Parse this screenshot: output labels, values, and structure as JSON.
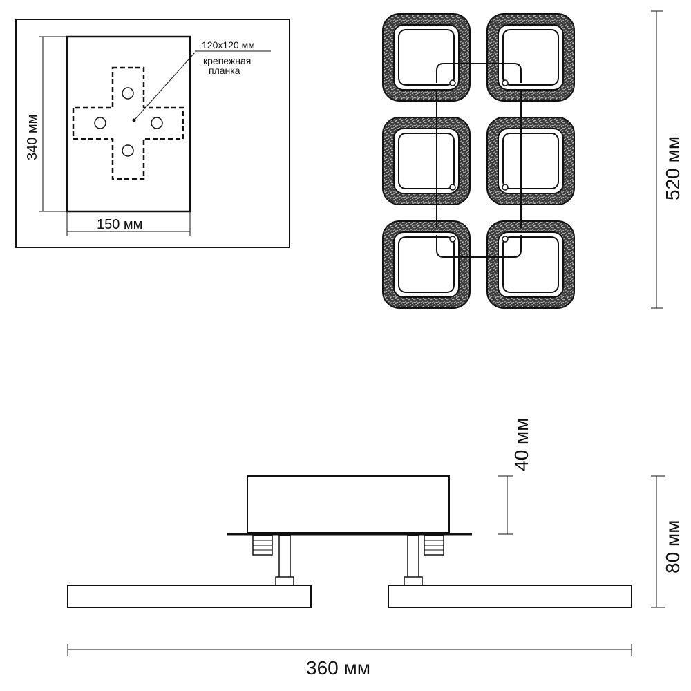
{
  "mount_plate": {
    "height_label": "340 мм",
    "width_label": "150 мм",
    "bracket_size_label": "120x120 мм",
    "bracket_name_line1": "крепежная",
    "bracket_name_line2": "планка"
  },
  "top_view": {
    "height_label": "520 мм"
  },
  "side_view": {
    "base_height_label": "40 мм",
    "total_height_label": "80 мм",
    "total_width_label": "360 мм"
  },
  "colors": {
    "line": "#111111",
    "texture": "#3a3a3a",
    "background": "#ffffff"
  }
}
